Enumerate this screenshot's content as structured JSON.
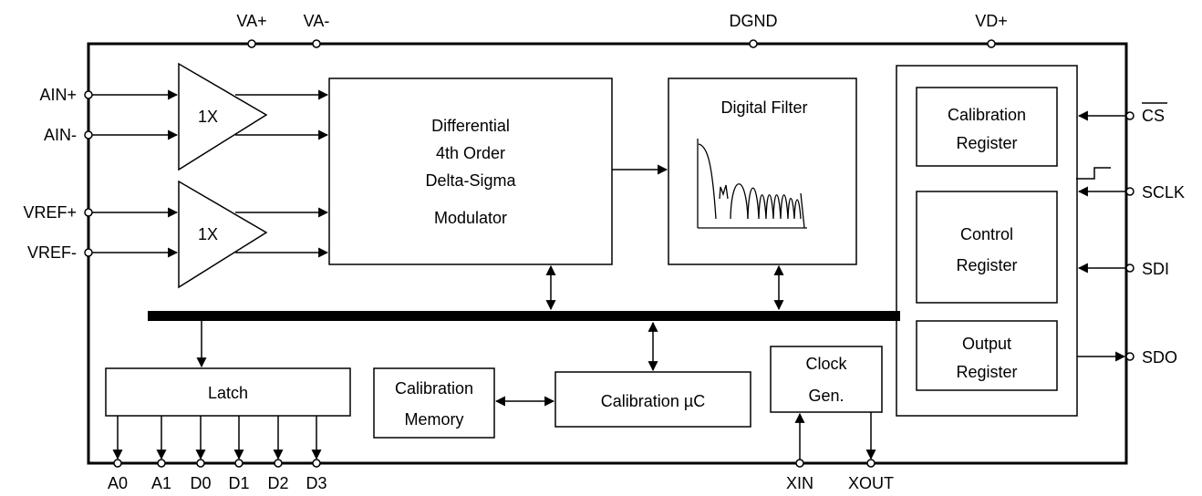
{
  "power_pins": {
    "va_plus": "VA+",
    "va_minus": "VA-",
    "dgnd": "DGND",
    "vd_plus": "VD+"
  },
  "inputs": {
    "ain_plus": "AIN+",
    "ain_minus": "AIN-",
    "vref_plus": "VREF+",
    "vref_minus": "VREF-"
  },
  "buffers": {
    "top": "1X",
    "bottom": "1X"
  },
  "modulator": {
    "line1": "Differential",
    "line2": "4th Order",
    "line3": "Delta-Sigma",
    "line4": "Modulator"
  },
  "digital_filter": {
    "title": "Digital Filter"
  },
  "registers": {
    "calibration": {
      "line1": "Calibration",
      "line2": "Register"
    },
    "control": {
      "line1": "Control",
      "line2": "Register"
    },
    "output": {
      "line1": "Output",
      "line2": "Register"
    }
  },
  "serial_pins": {
    "cs": "CS",
    "sclk": "SCLK",
    "sdi": "SDI",
    "sdo": "SDO"
  },
  "latch": {
    "label": "Latch"
  },
  "cal_memory": {
    "line1": "Calibration",
    "line2": "Memory"
  },
  "cal_uc": {
    "label": "Calibration µC"
  },
  "clock_gen": {
    "line1": "Clock",
    "line2": "Gen."
  },
  "bottom_pins": {
    "a0": "A0",
    "a1": "A1",
    "d0": "D0",
    "d1": "D1",
    "d2": "D2",
    "d3": "D3",
    "xin": "XIN",
    "xout": "XOUT"
  }
}
